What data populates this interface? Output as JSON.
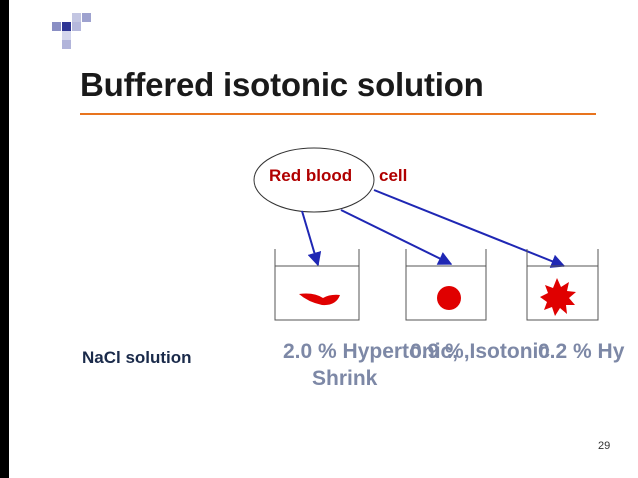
{
  "slide": {
    "title": "Buffered isotonic solution",
    "page_number": "29",
    "accent_color": "#e8741e"
  },
  "diagram": {
    "red_blood_label": "Red blood",
    "cell_label": "cell",
    "row_label": "NaCl solution",
    "conditions": [
      {
        "concentration": "2.0 %  Hypertonic,",
        "cell_shape": "shrunken-crenated"
      },
      {
        "concentration": "0.9 %,Isotonic",
        "cell_shape": "normal-round"
      },
      {
        "concentration": "0.2 %  Hy",
        "cell_shape": "burst-star"
      }
    ],
    "shrink_label": "Shrink",
    "cell_color": "#e00000",
    "arrow_color": "#1f27b4"
  }
}
